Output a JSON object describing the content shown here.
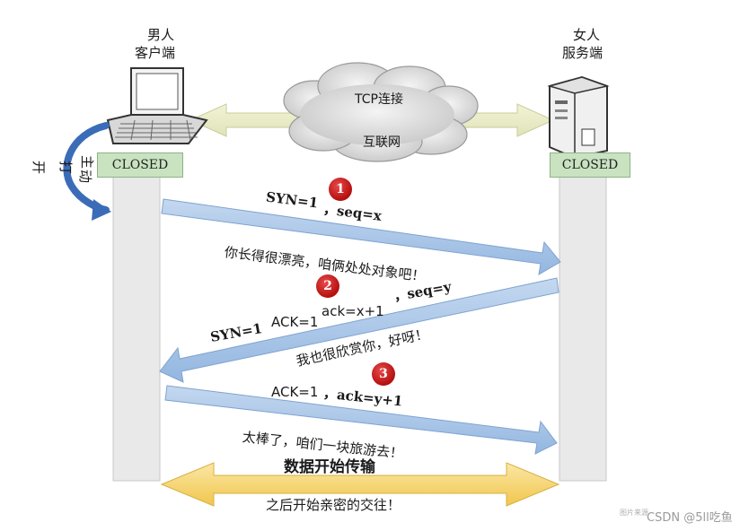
{
  "client": {
    "title_line1": "男人",
    "title_line2": "客户端",
    "state": "CLOSED"
  },
  "server": {
    "title_line1": "女人",
    "title_line2": "服务端",
    "state": "CLOSED"
  },
  "network": {
    "top_label": "TCP连接",
    "bottom_label": "互联网"
  },
  "active_open": {
    "char1": "主",
    "char2": "动",
    "char3": "打",
    "char4": "开"
  },
  "steps": [
    {
      "badge": "1",
      "segment_a": "SYN=1",
      "segment_b": "，seq=x",
      "caption": "你长得很漂亮，咱俩处处对象吧！"
    },
    {
      "badge": "2",
      "segment_syn": "SYN=1",
      "segment_ack": "ACK=1",
      "segment_acknum": "ack=x+1",
      "segment_seq": "，seq=y",
      "caption": "我也很欣赏你，好呀！"
    },
    {
      "badge": "3",
      "segment_ack": "ACK=1",
      "segment_rest": "，ack=y+1",
      "caption": "太棒了，咱们一块旅游去！"
    }
  ],
  "data_transfer": {
    "title": "数据开始传输",
    "caption": "之后开始亲密的交往！"
  },
  "watermark": {
    "faint": "图片来源",
    "text": "CSDN @5ll吃鱼"
  },
  "colors": {
    "lifeline": "#e6e6e6",
    "state_box": "#c9e3c1",
    "arrow_blue": "#a9c6e8",
    "arrow_yellow": "#f6d87a",
    "badge_red": "#c21a1a",
    "curve_arrow": "#3b6cb7"
  }
}
